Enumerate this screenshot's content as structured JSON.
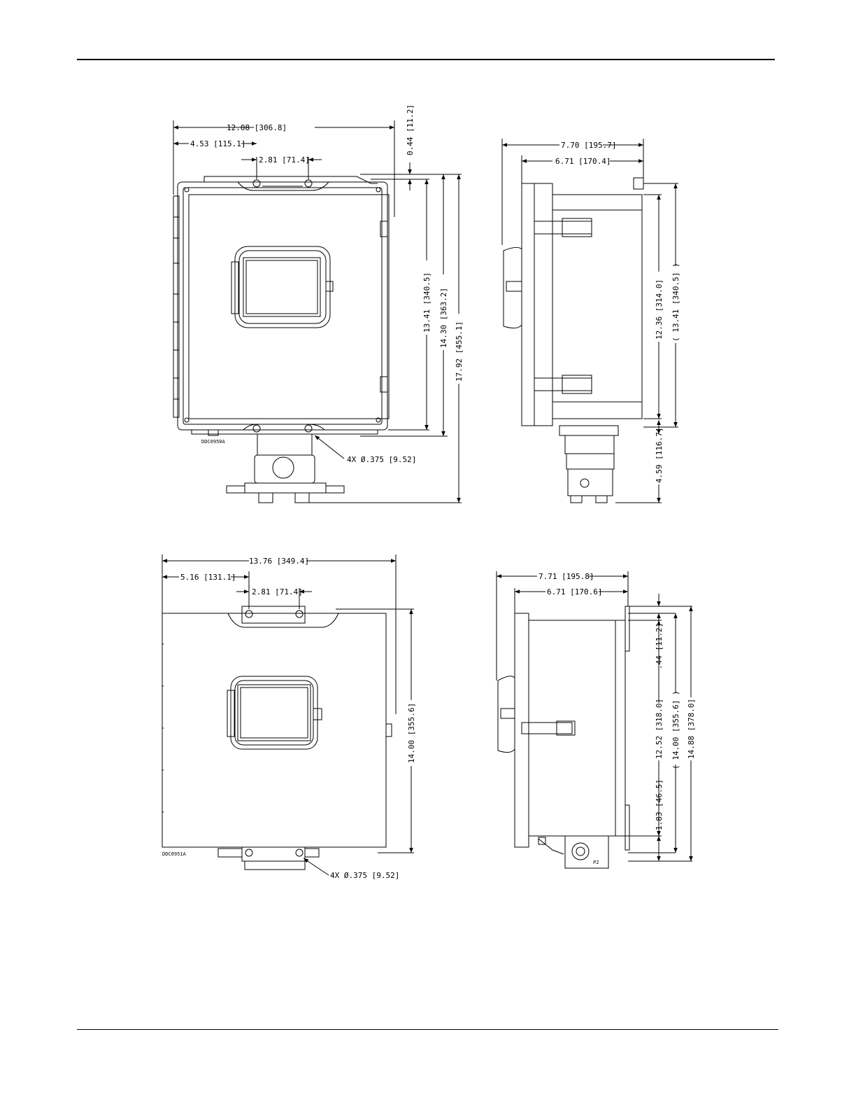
{
  "views": {
    "front_top": {
      "dims": {
        "width": "12.08 [306.8]",
        "offset": "4.53 [115.1]",
        "hole_spacing": "2.81 [71.4]",
        "flange_offset": "0.44 [11.2]",
        "door_height": "13.41 [340.5]",
        "body_height": "14.30 [363.2]",
        "overall_height": "17.92 [455.1]"
      },
      "callout": "4X Ø.375 [9.52]",
      "drawing_id": "DDC0950A"
    },
    "side_top": {
      "dims": {
        "depth": "7.70 [195.7]",
        "body_depth": "6.71 [170.4]",
        "mount_span": "12.36 [314.0]",
        "ref_height": "( 13.41 [340.5] )",
        "bottom_ext": "4.59 [116.7]"
      }
    },
    "front_bottom": {
      "dims": {
        "width": "13.76 [349.4]",
        "offset": "5.16 [131.1]",
        "hole_spacing": "2.81 [71.4]",
        "height": "14.00 [355.6]"
      },
      "callout": "4X Ø.375 [9.52]",
      "drawing_id": "DDC0951A"
    },
    "side_bottom": {
      "dims": {
        "depth": "7.71 [195.8]",
        "body_depth": "6.71 [170.6]",
        "flange_offset": ".44 [11.2]",
        "mount_span": "12.52 [318.0]",
        "ref_height": "( 14.00 [355.6] )",
        "overall_height": "14.88 [378.0]",
        "bottom_offset": "1.83 [46.5]"
      },
      "port_label": "P2"
    }
  }
}
